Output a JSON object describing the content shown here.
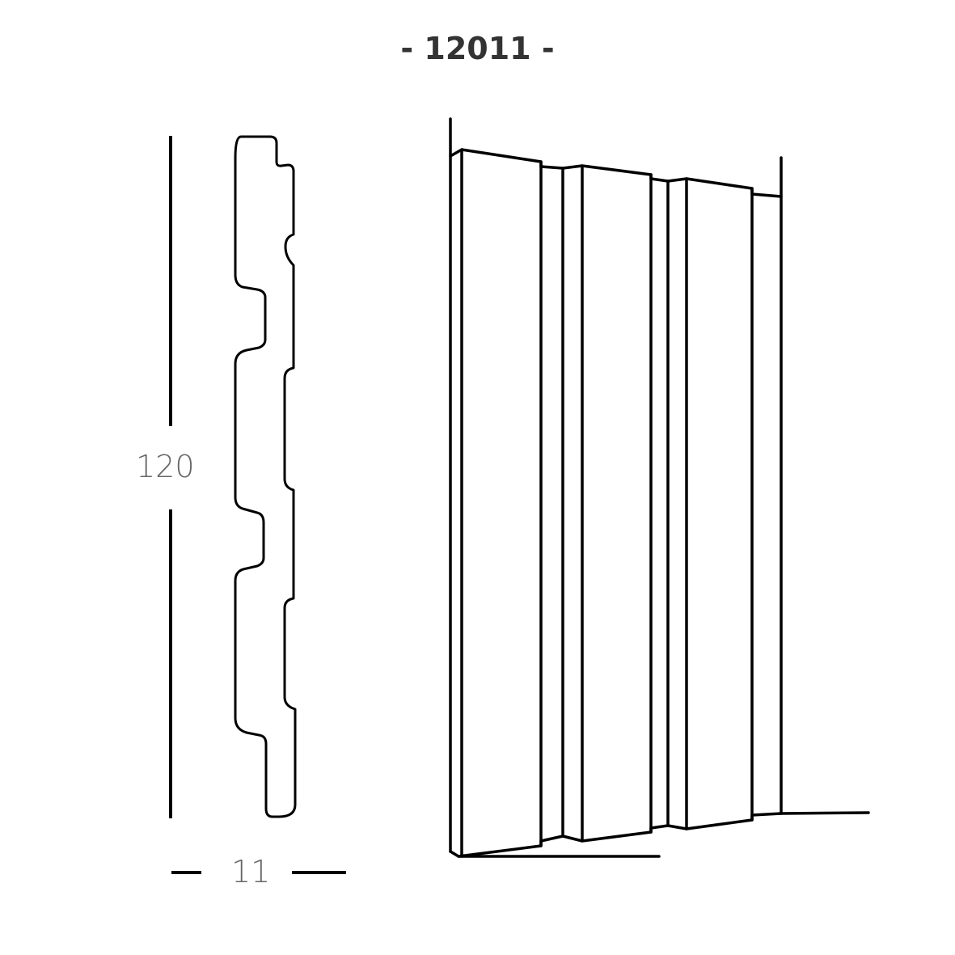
{
  "title": "- 12011 -",
  "dimensions": {
    "height_label": "120",
    "width_label": "11"
  }
}
